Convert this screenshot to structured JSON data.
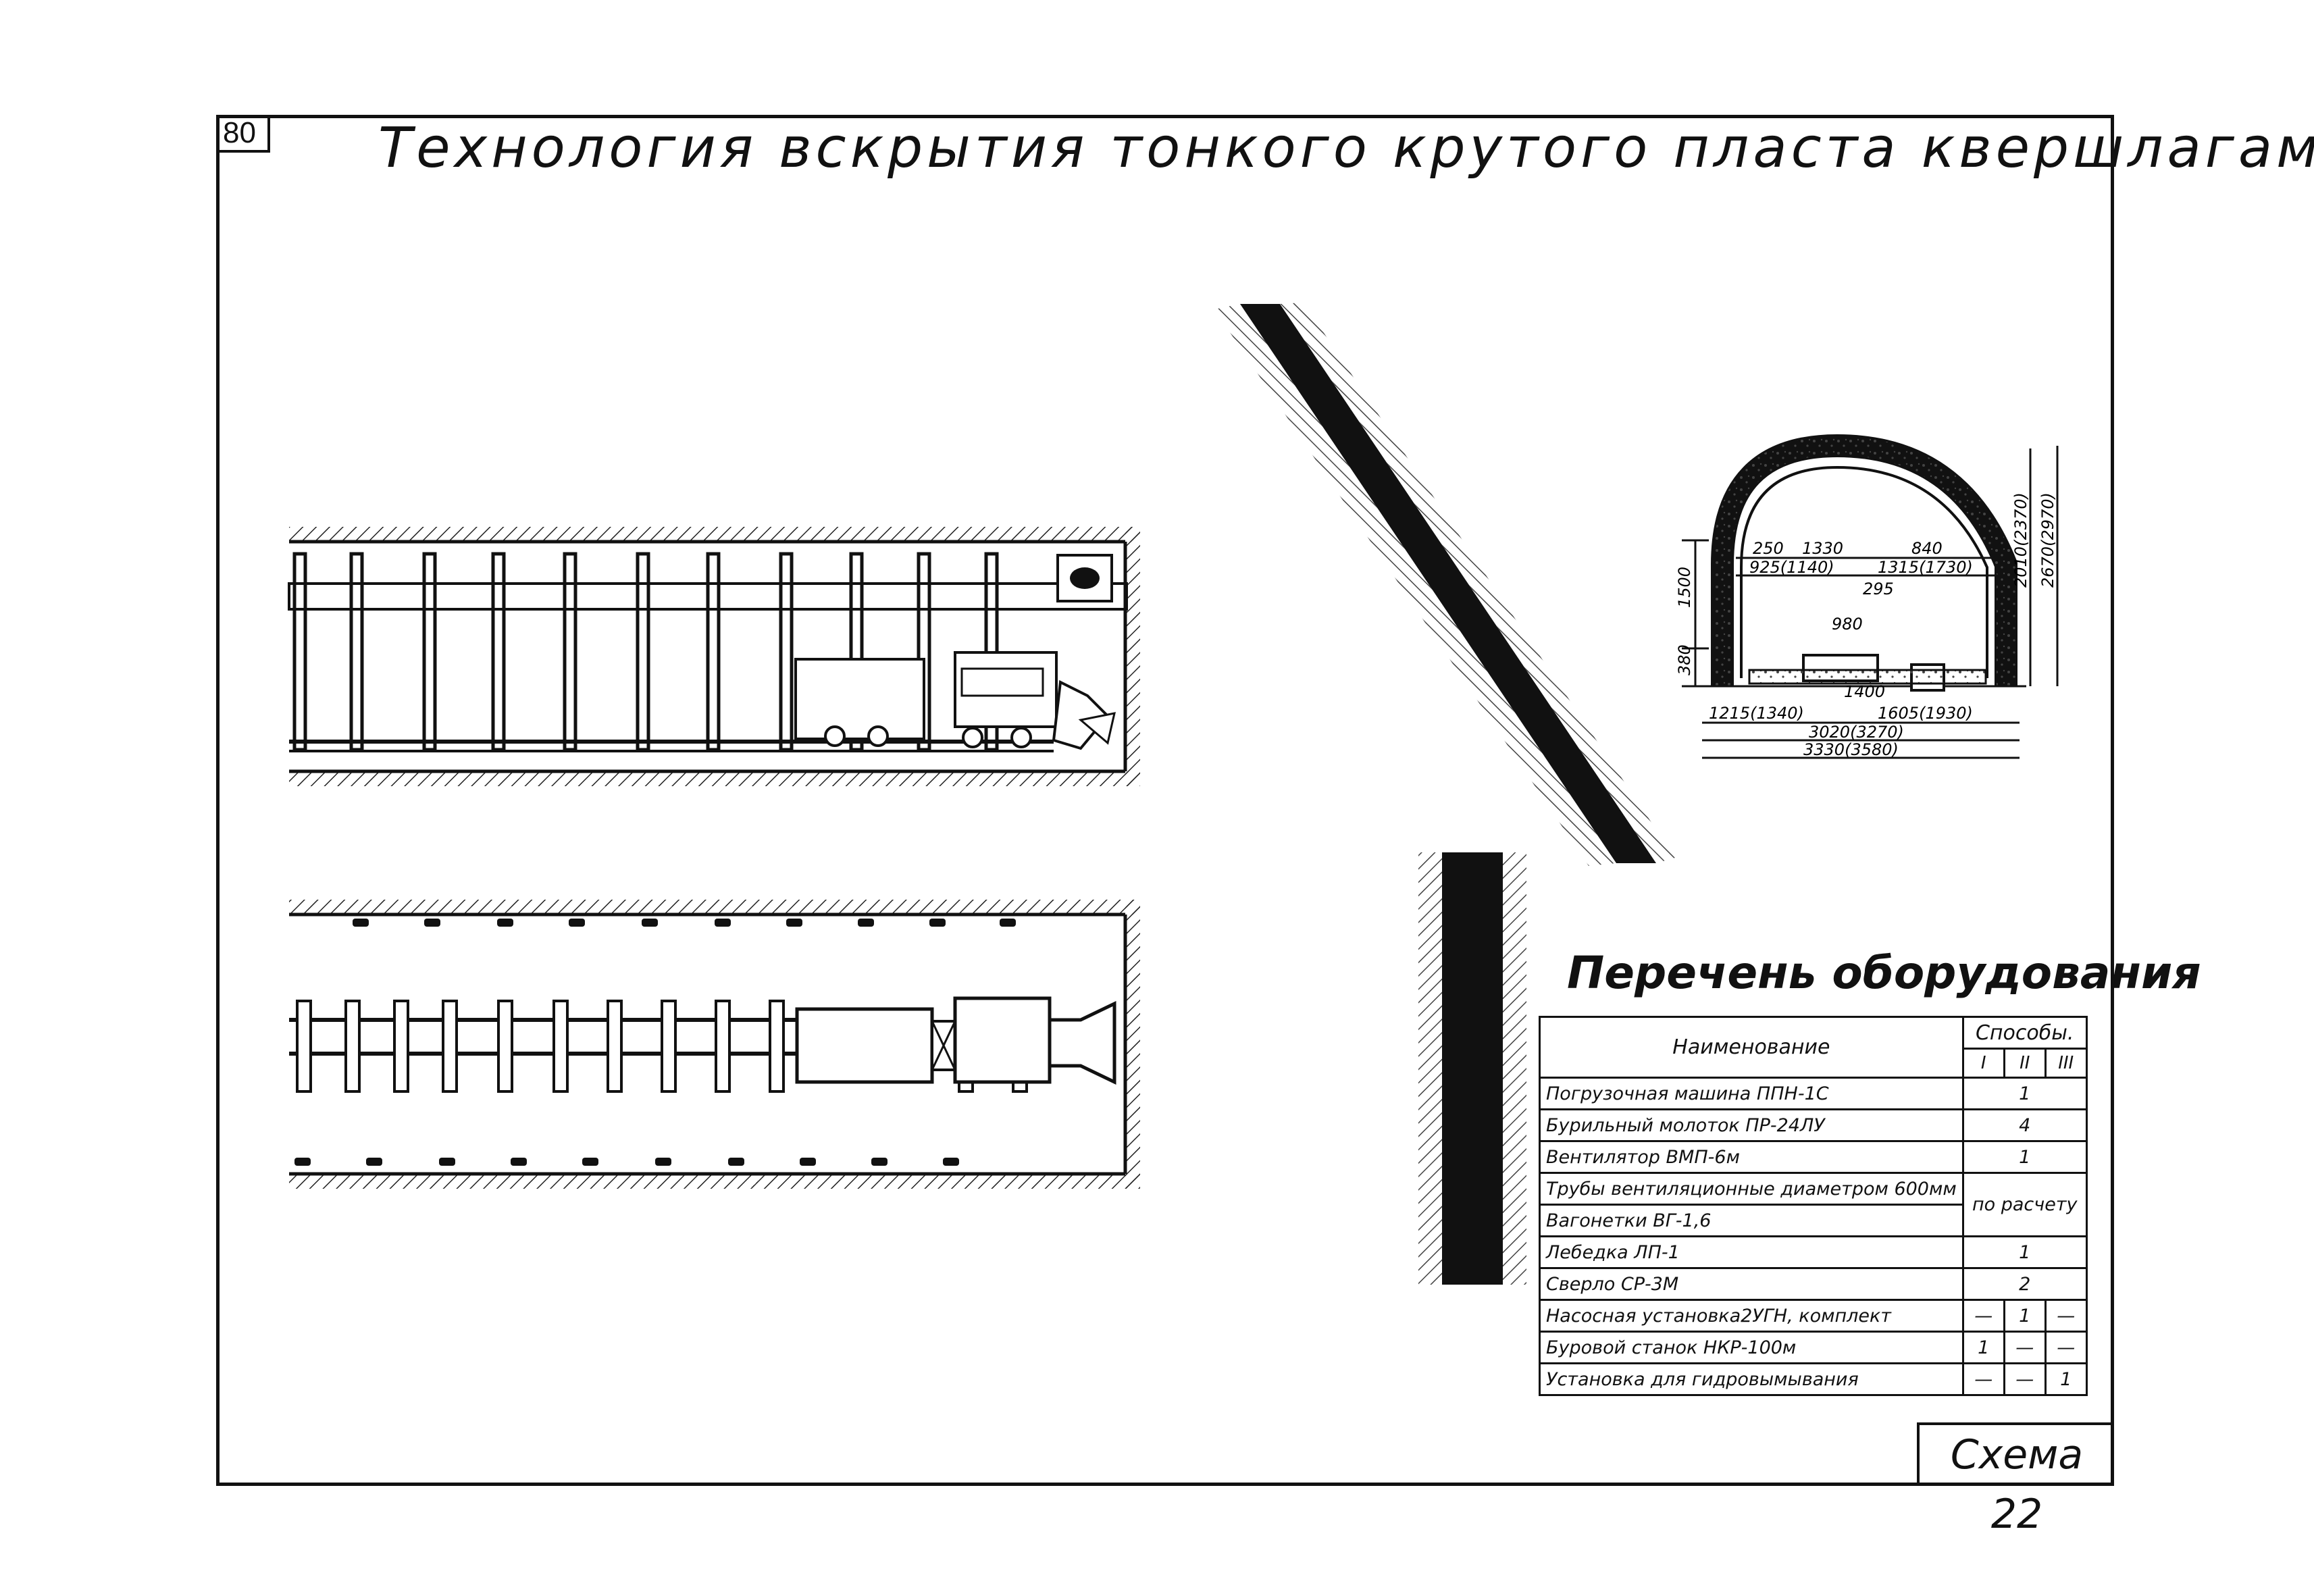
{
  "page": {
    "number": "80",
    "title": "Технология вскрытия тонкого крутого пласта квершлагами",
    "schema_label": "Схема 22"
  },
  "section": {
    "dimensions": {
      "w250": "250",
      "w1330": "1330",
      "w840": "840",
      "w925": "925(1140)",
      "w1315": "1315(1730)",
      "w295": "295",
      "w980": "980",
      "w1400": "1400",
      "w1215": "1215(1340)",
      "w1605": "1605(1930)",
      "w3020": "3020(3270)",
      "w3330": "3330(3580)",
      "h1500": "1500",
      "h380": "380",
      "h2010": "2010(2370)",
      "h2670": "2670(2970)"
    }
  },
  "equipment": {
    "title": "Перечень оборудования",
    "col_name": "Наименование",
    "col_methods": "Способы.",
    "methods": [
      "I",
      "II",
      "III"
    ],
    "rows": [
      {
        "name": "Погрузочная машина ППН-1С",
        "merged": "1"
      },
      {
        "name": "Бурильный молоток ПР-24ЛУ",
        "merged": "4"
      },
      {
        "name": "Вентилятор ВМП-6м",
        "merged": "1"
      },
      {
        "name": "Трубы вентиляционные диаметром 600мм",
        "merged": "по расчету"
      },
      {
        "name": "Вагонетки ВГ-1,6",
        "merged": ""
      },
      {
        "name": "Лебедка ЛП-1",
        "merged": "1"
      },
      {
        "name": "Сверло СР-3М",
        "merged": "2"
      },
      {
        "name": "Насосная установка2УГН, комплект",
        "cells": [
          "—",
          "1",
          "—"
        ]
      },
      {
        "name": "Буровой станок НКР-100м",
        "cells": [
          "1",
          "—",
          "—"
        ]
      },
      {
        "name": "Установка для гидровымывания",
        "cells": [
          "—",
          "—",
          "1"
        ]
      }
    ]
  }
}
